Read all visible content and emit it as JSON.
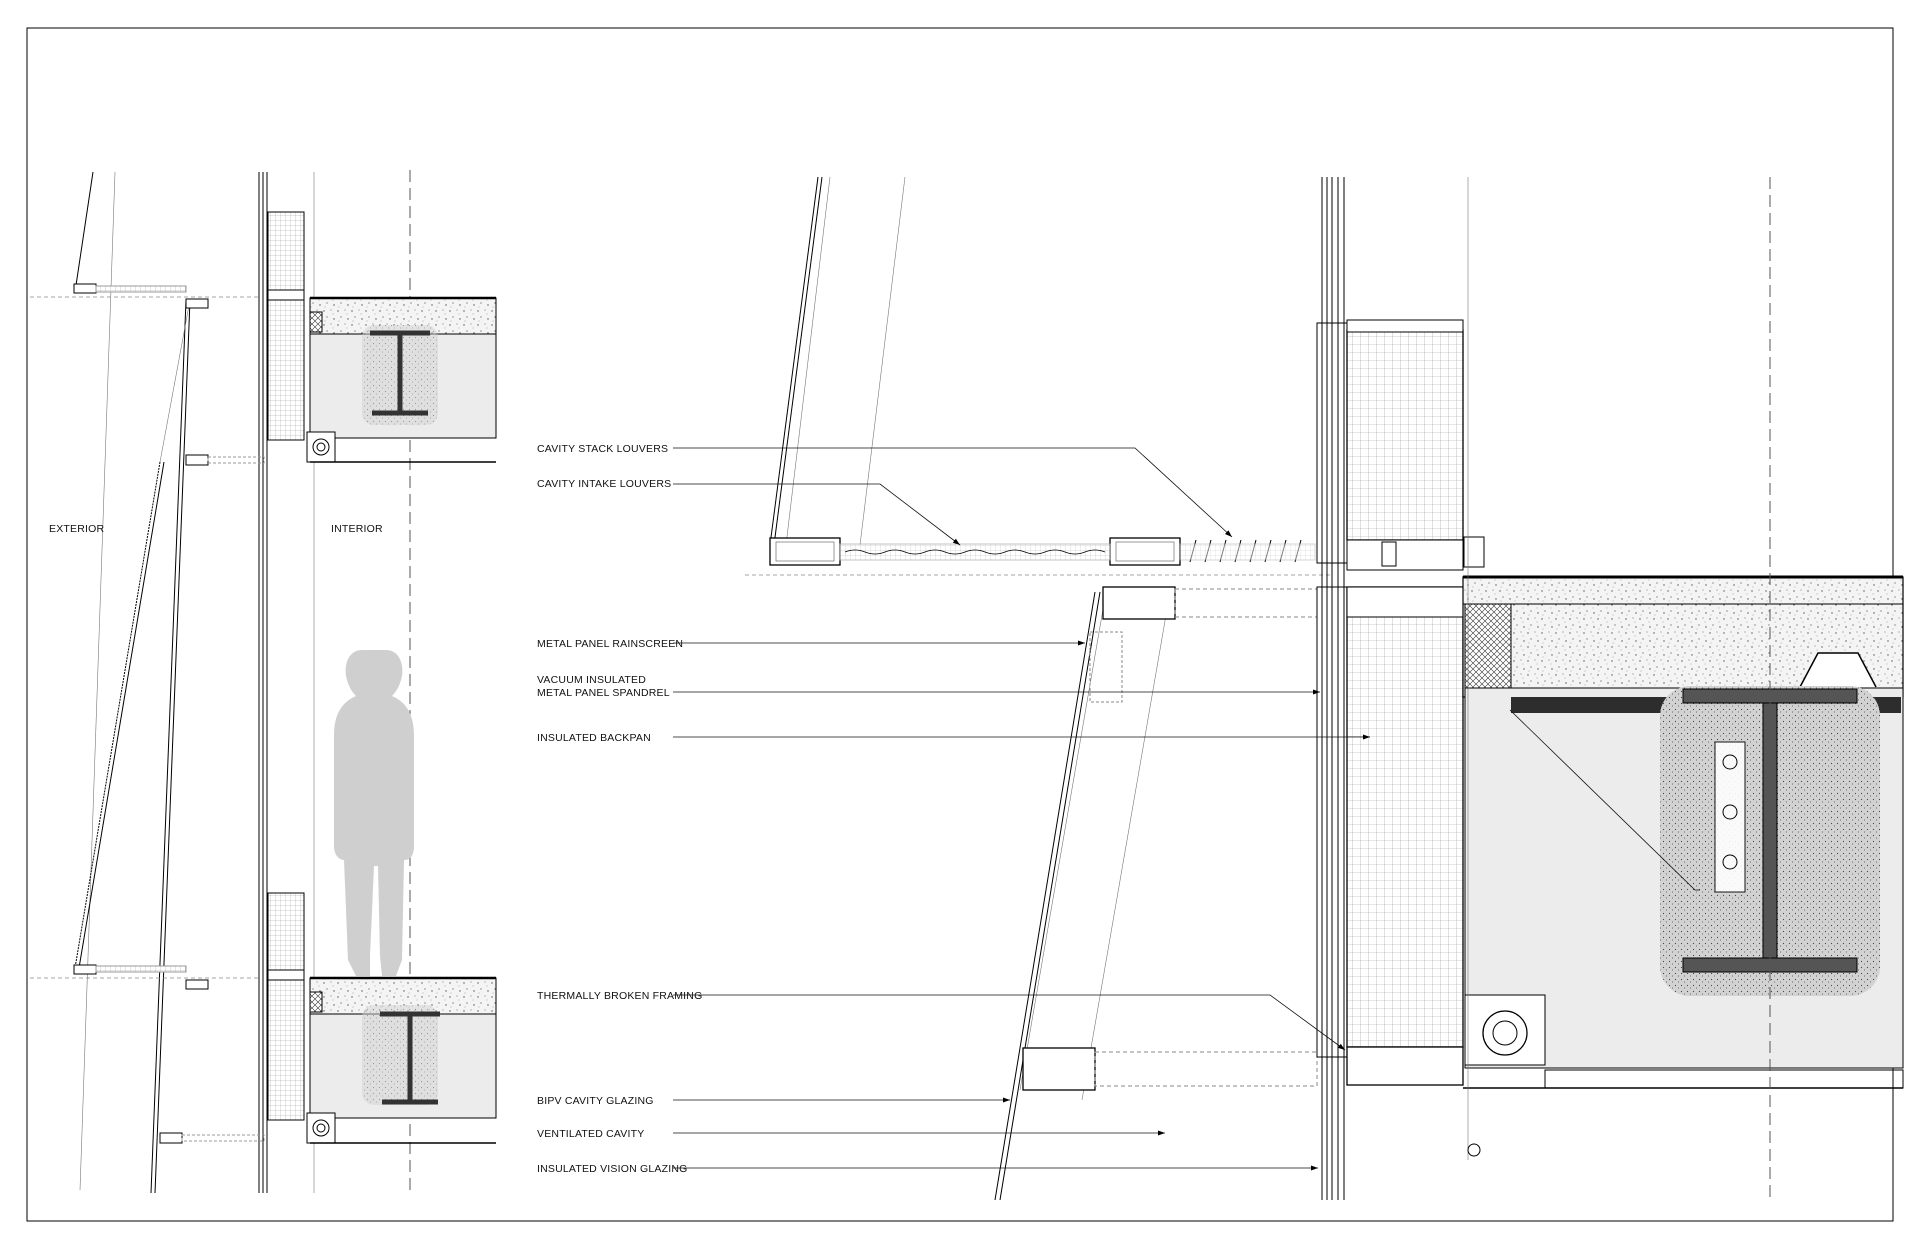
{
  "section_labels": {
    "exterior": "EXTERIOR",
    "interior": "INTERIOR"
  },
  "callouts": [
    {
      "id": "cavity-stack-louvers",
      "text": "CAVITY STACK LOUVERS"
    },
    {
      "id": "cavity-intake-louvers",
      "text": "CAVITY INTAKE LOUVERS"
    },
    {
      "id": "metal-panel-rainscreen",
      "text": "METAL PANEL RAINSCREEN"
    },
    {
      "id": "vacuum-insulated-spandrel",
      "text": "VACUUM INSULATED",
      "text2": "METAL PANEL SPANDREL"
    },
    {
      "id": "insulated-backpan",
      "text": "INSULATED BACKPAN"
    },
    {
      "id": "thermally-broken-framing",
      "text": "THERMALLY BROKEN FRAMING"
    },
    {
      "id": "bipv-cavity-glazing",
      "text": "BIPV CAVITY GLAZING"
    },
    {
      "id": "ventilated-cavity",
      "text": "VENTILATED CAVITY"
    },
    {
      "id": "insulated-vision-glazing",
      "text": "INSULATED VISION GLAZING"
    }
  ]
}
